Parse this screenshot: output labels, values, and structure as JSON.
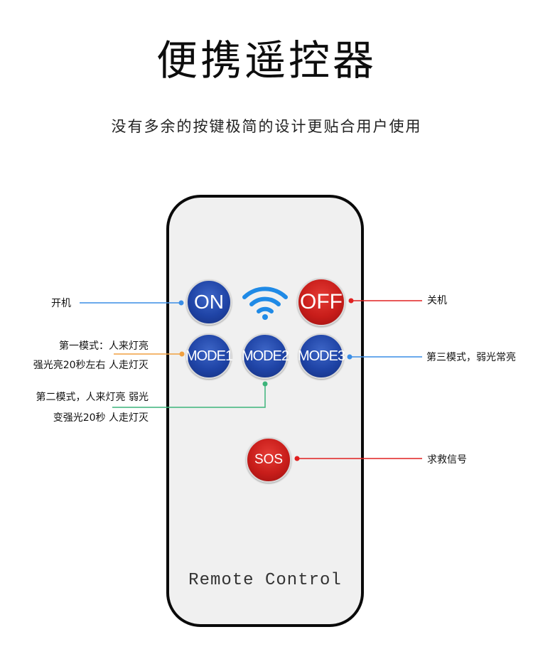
{
  "header": {
    "title": "便携遥控器",
    "subtitle": "没有多余的按键极简的设计更贴合用户使用"
  },
  "remote": {
    "label": "Remote Control",
    "buttons": {
      "on": "ON",
      "off": "OFF",
      "mode1": "MODE1",
      "mode2": "MODE2",
      "mode3": "MODE3",
      "sos": "SOS"
    },
    "colors": {
      "blue_button": "#1f44a6",
      "red_button": "#c81d1a",
      "wifi": "#1f8ae6",
      "body": "#f0f0f0"
    }
  },
  "annotations": {
    "on": "开机",
    "off": "关机",
    "mode1_line1": "第一模式：人来灯亮",
    "mode1_line2": "强光亮20秒左右 人走灯灭",
    "mode2_line1": "第二模式，人来灯亮 弱光",
    "mode2_line2": "变强光20秒 人走灯灭",
    "mode3": "第三模式，弱光常亮",
    "sos": "求救信号",
    "line_colors": {
      "on": "#3a8ee6",
      "off": "#e02020",
      "mode1": "#f0a040",
      "mode2": "#3cb47a",
      "mode3": "#3a8ee6",
      "sos": "#e02020"
    }
  }
}
